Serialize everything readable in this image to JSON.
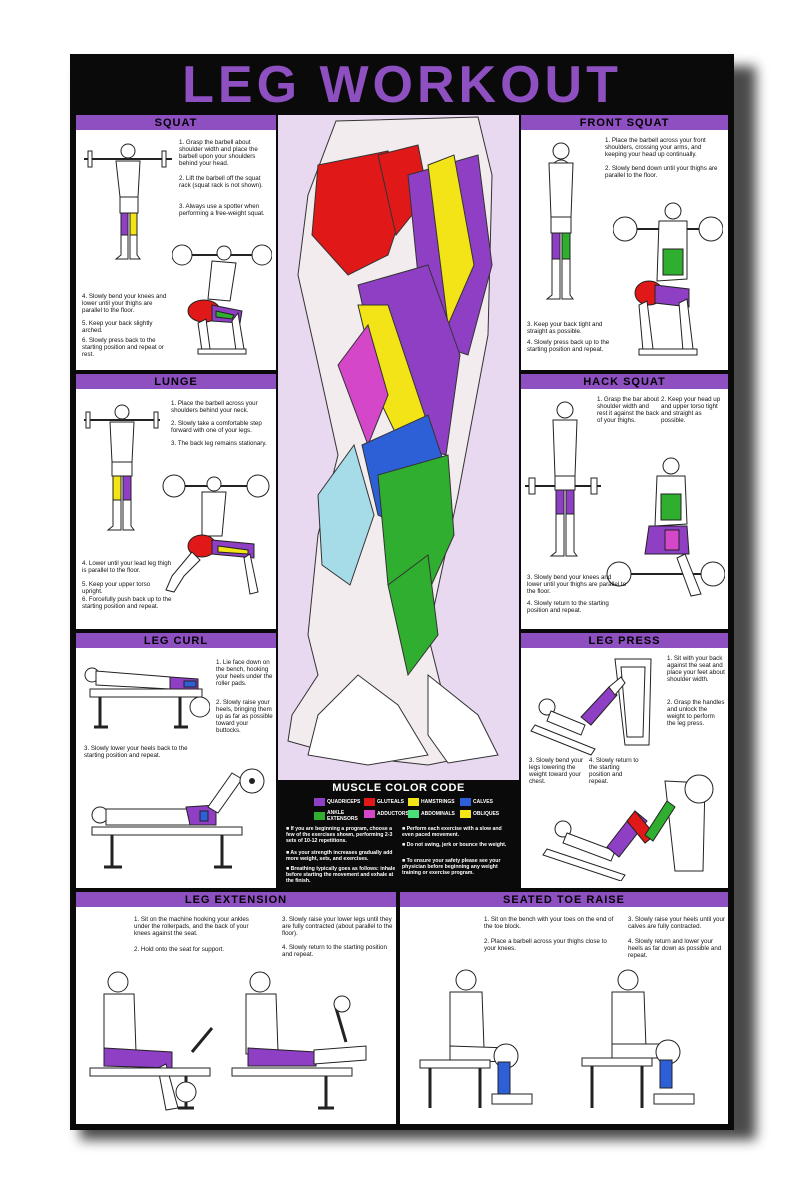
{
  "poster": {
    "title": "LEG WORKOUT"
  },
  "sections": {
    "squat": {
      "title": "SQUAT",
      "steps": [
        "1. Grasp the barbell about shoulder width and place the barbell upon your shoulders behind your head.",
        "2. Lift the barbell off the squat rack (squat rack is not shown).",
        "3. Always use a spotter when performing a free-weight squat.",
        "4. Slowly bend your knees and lower until your thighs are parallel to the floor.",
        "5. Keep your back slightly arched.",
        "6. Slowly press back to the starting position and repeat or rest."
      ]
    },
    "front_squat": {
      "title": "FRONT SQUAT",
      "steps": [
        "1. Place the barbell across your front shoulders, crossing your arms, and keeping your head up continually.",
        "2. Slowly bend down until your thighs are parallel to the floor.",
        "3. Keep your back tight and straight as possible.",
        "4. Slowly press back up to the starting position and repeat."
      ]
    },
    "lunge": {
      "title": "LUNGE",
      "steps": [
        "1. Place the barbell across your shoulders behind your neck.",
        "2. Slowly take a comfortable step forward with one of your legs.",
        "3. The back leg remains stationary.",
        "4. Lower until your lead leg thigh is parallel to the floor.",
        "5. Keep your upper torso upright.",
        "6. Forcefully push back up to the starting position and repeat."
      ]
    },
    "hack_squat": {
      "title": "HACK SQUAT",
      "steps": [
        "1. Grasp the bar about shoulder width and rest it against the back of your thighs.",
        "2. Keep your head up and upper torso tight and straight as possible.",
        "3. Slowly bend your knees and lower until your thighs are parallel to the floor.",
        "4. Slowly return to the starting position and repeat."
      ]
    },
    "leg_curl": {
      "title": "LEG CURL",
      "steps": [
        "1. Lie face down on the bench, hooking your heels under the roller pads.",
        "2. Slowly raise your heels, bringing them up as far as possible toward your buttocks.",
        "3. Slowly lower your heels back to the starting position and repeat."
      ]
    },
    "leg_press": {
      "title": "LEG PRESS",
      "steps": [
        "1. Sit with your back against the seat and place your feet about shoulder width.",
        "2. Grasp the handles and unlock the weight to perform the leg press.",
        "3. Slowly bend your legs lowering the weight toward your chest.",
        "4. Slowly return to the starting position and repeat."
      ]
    },
    "leg_extension": {
      "title": "LEG EXTENSION",
      "steps": [
        "1. Sit on the machine hooking your ankles under the rollerpads, and the back of your knees against the seat.",
        "2. Hold onto the seat for support.",
        "3. Slowly raise your lower legs until they are fully contracted (about parallel to the floor).",
        "4. Slowly return to the starting position and repeat."
      ]
    },
    "seated_toe_raise": {
      "title": "SEATED TOE RAISE",
      "steps": [
        "1. Sit on the bench with your toes on the end of the toe block.",
        "2. Place a barbell across your thighs close to your knees.",
        "3. Slowly raise your heels until your calves are fully contracted.",
        "4. Slowly return and lower your heels as far down as possible and repeat."
      ]
    }
  },
  "legend": {
    "title": "MUSCLE COLOR CODE",
    "items": [
      {
        "label": "QUADRICEPS",
        "color": "#8e3fc4"
      },
      {
        "label": "GLUTEALS",
        "color": "#e01818"
      },
      {
        "label": "HAMSTRINGS",
        "color": "#f2e417"
      },
      {
        "label": "CALVES",
        "color": "#2d5fd6"
      },
      {
        "label": "ANKLE EXTENSORS",
        "color": "#2fae2f"
      },
      {
        "label": "ADDUCTORS",
        "color": "#d447c9"
      },
      {
        "label": "ABDOMINALS",
        "color": "#49e07a"
      },
      {
        "label": "OBLIQUES",
        "color": "#f2e417"
      }
    ],
    "tips_left": [
      "If you are beginning a program, choose a few of the exercises shown, performing 2-3 sets of 10-12 repetitions.",
      "As your strength increases gradually add more weight, sets, and exercises.",
      "Breathing typically goes as follows: inhale before starting the movement and exhale at the finish."
    ],
    "tips_right": [
      "Perform each exercise with a slow and even paced movement.",
      "Do not swing, jerk or bounce the weight.",
      "To ensure your safety please see your physician before beginning any weight training or exercise program."
    ]
  },
  "colors": {
    "accent": "#8e4fc1",
    "frame": "#0a0a0a",
    "center_bg": "#e8d8f0"
  }
}
